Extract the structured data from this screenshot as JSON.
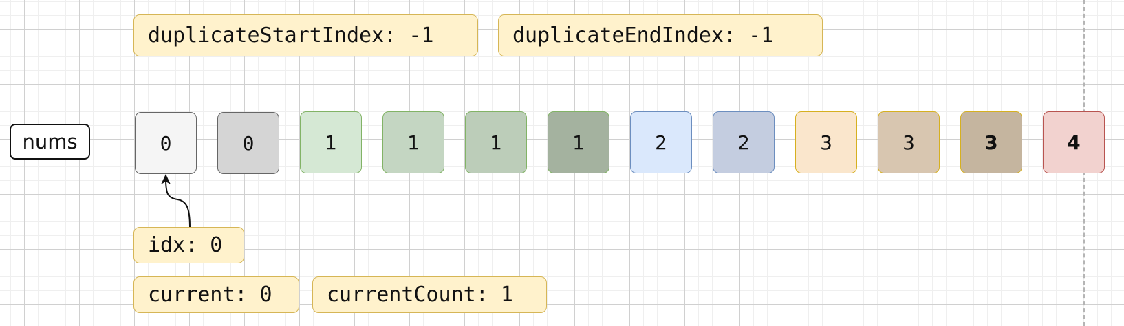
{
  "top_vars": [
    {
      "name": "duplicateStartIndex",
      "text": "duplicateStartIndex: -1"
    },
    {
      "name": "duplicateEndIndex",
      "text": "duplicateEndIndex: -1"
    }
  ],
  "array_label": "nums",
  "cells": [
    {
      "value": "0",
      "fill": "#f5f5f5",
      "stroke": "#666666",
      "bold": false
    },
    {
      "value": "0",
      "fill": "#d5d5d5",
      "stroke": "#666666",
      "bold": false
    },
    {
      "value": "1",
      "fill": "#d5e8d4",
      "stroke": "#82b366",
      "bold": false
    },
    {
      "value": "1",
      "fill": "#c4d6c2",
      "stroke": "#82b366",
      "bold": false
    },
    {
      "value": "1",
      "fill": "#bccdb9",
      "stroke": "#82b366",
      "bold": false
    },
    {
      "value": "1",
      "fill": "#a4b29f",
      "stroke": "#82b366",
      "bold": false
    },
    {
      "value": "2",
      "fill": "#dae8fc",
      "stroke": "#6c8ebf",
      "bold": false
    },
    {
      "value": "2",
      "fill": "#c4cde0",
      "stroke": "#6c8ebf",
      "bold": false
    },
    {
      "value": "3",
      "fill": "#fae6cc",
      "stroke": "#d6b020",
      "bold": false
    },
    {
      "value": "3",
      "fill": "#d8c6b0",
      "stroke": "#d6b020",
      "bold": false
    },
    {
      "value": "3",
      "fill": "#c5b59f",
      "stroke": "#d6b020",
      "bold": true
    },
    {
      "value": "4",
      "fill": "#f2d2cf",
      "stroke": "#b85450",
      "bold": true
    }
  ],
  "pointer": {
    "text": "idx: 0",
    "target_index": 0
  },
  "bottom_vars": [
    {
      "name": "current",
      "text": "current: 0"
    },
    {
      "name": "currentCount",
      "text": "currentCount: 1"
    }
  ]
}
